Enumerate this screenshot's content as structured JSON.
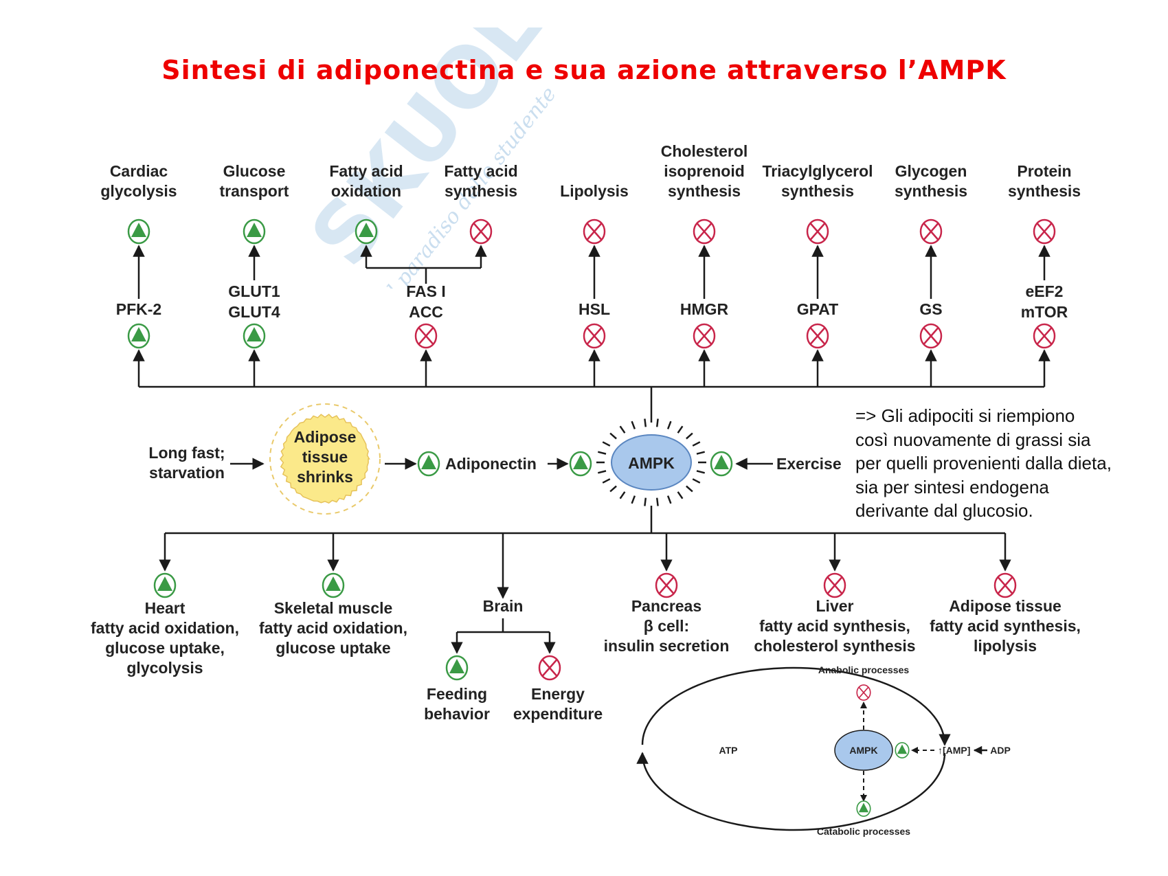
{
  "title": "Sintesi di adiponectina e sua azione attraverso l’AMPK",
  "watermark": {
    "brand": "SKUOLA.NET",
    "tagline": "il paradiso dello studente"
  },
  "colors": {
    "title": "#ee0000",
    "activate": "#3a9a45",
    "inhibit": "#c8254a",
    "ampk_fill": "#a9c8ec",
    "adipose_fill": "#fbe98a"
  },
  "top_targets": [
    {
      "process": [
        "Cardiac",
        "glycolysis"
      ],
      "process_effect": "activate",
      "enzyme": [
        "PFK-2"
      ],
      "enzyme_effect": "activate"
    },
    {
      "process": [
        "Glucose",
        "transport"
      ],
      "process_effect": "activate",
      "enzyme": [
        "GLUT1",
        "GLUT4"
      ],
      "enzyme_effect": "activate"
    },
    {
      "process": [
        "Fatty acid",
        "oxidation"
      ],
      "process_effect": "activate",
      "enzyme": null,
      "enzyme_effect": null
    },
    {
      "process": [
        "Fatty acid",
        "synthesis"
      ],
      "process_effect": "inhibit",
      "enzyme": [
        "FAS I",
        "ACC"
      ],
      "enzyme_effect": "inhibit"
    },
    {
      "process": [
        "Lipolysis"
      ],
      "process_effect": "inhibit",
      "enzyme": [
        "HSL"
      ],
      "enzyme_effect": "inhibit"
    },
    {
      "process": [
        "Cholesterol",
        "isoprenoid",
        "synthesis"
      ],
      "process_effect": "inhibit",
      "enzyme": [
        "HMGR"
      ],
      "enzyme_effect": "inhibit"
    },
    {
      "process": [
        "Triacylglycerol",
        "synthesis"
      ],
      "process_effect": "inhibit",
      "enzyme": [
        "GPAT"
      ],
      "enzyme_effect": "inhibit"
    },
    {
      "process": [
        "Glycogen",
        "synthesis"
      ],
      "process_effect": "inhibit",
      "enzyme": [
        "GS"
      ],
      "enzyme_effect": "inhibit"
    },
    {
      "process": [
        "Protein",
        "synthesis"
      ],
      "process_effect": "inhibit",
      "enzyme": [
        "eEF2",
        "mTOR"
      ],
      "enzyme_effect": "inhibit"
    }
  ],
  "middle": {
    "trigger": [
      "Long fast;",
      "starvation"
    ],
    "adipose": [
      "Adipose",
      "tissue",
      "shrinks"
    ],
    "hormone": "Adiponectin",
    "center": "AMPK",
    "exercise": "Exercise"
  },
  "bottom_targets": [
    {
      "organ": "Heart",
      "effects": [
        "fatty acid oxidation,",
        "glucose uptake,",
        "glycolysis"
      ],
      "effect": "activate"
    },
    {
      "organ": "Skeletal muscle",
      "effects": [
        "fatty acid oxidation,",
        "glucose uptake"
      ],
      "effect": "activate"
    },
    {
      "organ": "Brain",
      "effects": [],
      "effect": null,
      "children": [
        {
          "label": [
            "Feeding",
            "behavior"
          ],
          "effect": "activate"
        },
        {
          "label": [
            "Energy",
            "expenditure"
          ],
          "effect": "inhibit"
        }
      ]
    },
    {
      "organ": "Pancreas",
      "effects": [
        "β cell:",
        "insulin secretion"
      ],
      "effect": "inhibit"
    },
    {
      "organ": "Liver",
      "effects": [
        "fatty acid synthesis,",
        "cholesterol synthesis"
      ],
      "effect": "inhibit"
    },
    {
      "organ": "Adipose tissue",
      "effects": [
        "fatty acid synthesis,",
        "lipolysis"
      ],
      "effect": "inhibit"
    }
  ],
  "note": [
    "=> Gli adipociti si riempiono",
    "così nuovamente di grassi sia",
    "per quelli provenienti dalla dieta,",
    "sia per sintesi endogena",
    "derivante dal glucosio."
  ],
  "cycle": {
    "top": "Anabolic processes",
    "bottom": "Catabolic processes",
    "left": "ATP",
    "right": "ADP",
    "center": "AMPK",
    "signal": "↑[AMP]",
    "top_effect": "inhibit",
    "bottom_effect": "activate",
    "amp_effect": "activate"
  }
}
